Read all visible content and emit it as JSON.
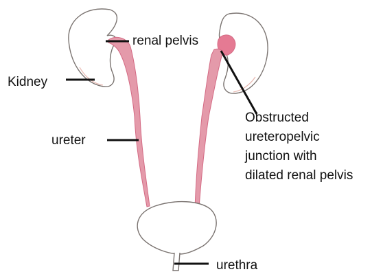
{
  "diagram": {
    "labels": {
      "renal_pelvis": "renal pelvis",
      "kidney": "Kidney",
      "ureter": "ureter",
      "urethra": "urethra",
      "obstruction": [
        "Obstructed",
        "ureteropelvic",
        "junction with",
        "dilated renal pelvis"
      ]
    },
    "colors": {
      "outline": "#7a7370",
      "ureter_fill": "#e49aaa",
      "ureter_stroke": "#d46a84",
      "dilated_pelvis": "#e57a93",
      "leader_line": "#111111",
      "text": "#111111"
    }
  }
}
